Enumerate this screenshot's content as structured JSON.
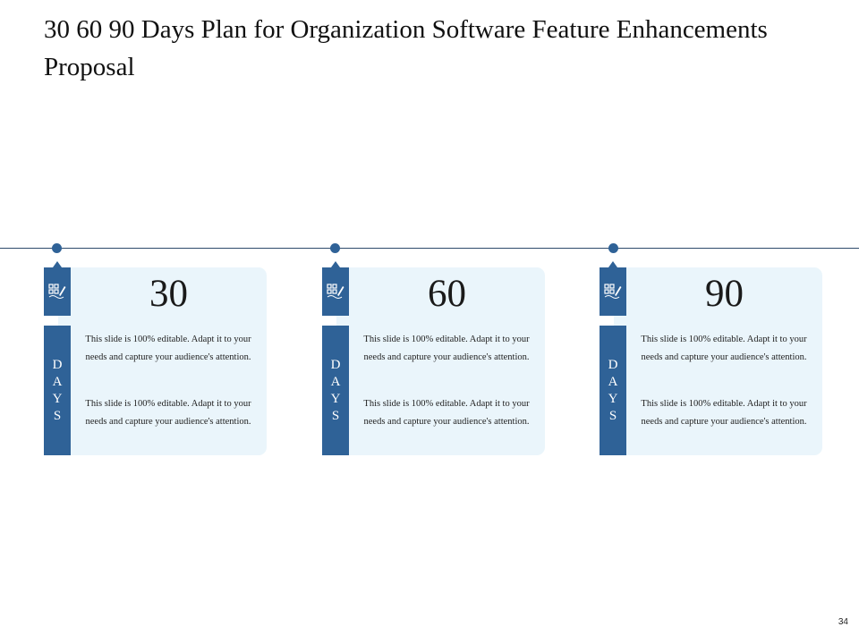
{
  "slide": {
    "title": "30 60 90  Days Plan for Organization Software Feature Enhancements Proposal",
    "page_number": "34"
  },
  "colors": {
    "accent": "#2f6297",
    "card_background": "#eaf5fb",
    "timeline": "#2e4a6b"
  },
  "icon": "checklist-pen-icon",
  "cards": [
    {
      "number": "30",
      "days_letters": [
        "D",
        "A",
        "Y",
        "S"
      ],
      "paragraphs": [
        "This slide is 100% editable. Adapt it to your needs and capture your audience's attention.",
        "This slide is 100% editable. Adapt it to your needs and capture your audience's attention."
      ]
    },
    {
      "number": "60",
      "days_letters": [
        "D",
        "A",
        "Y",
        "S"
      ],
      "paragraphs": [
        "This slide is 100% editable. Adapt it to your needs and capture your audience's attention.",
        "This slide is 100% editable. Adapt it to your needs and capture your audience's attention."
      ]
    },
    {
      "number": "90",
      "days_letters": [
        "D",
        "A",
        "Y",
        "S"
      ],
      "paragraphs": [
        "This slide is 100% editable. Adapt it to your needs and capture your audience's attention.",
        "This slide is 100% editable. Adapt it to your needs and capture your audience's attention."
      ]
    }
  ]
}
